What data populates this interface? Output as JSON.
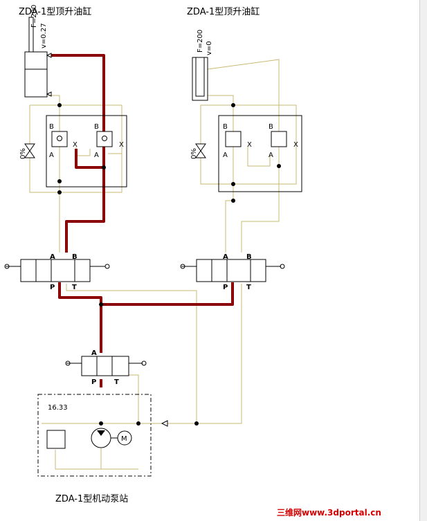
{
  "titles": {
    "cyl1": "ZDA-1型顶升油缸",
    "cyl2": "ZDA-1型顶升油缸",
    "pump": "ZDA-1型机动泵站"
  },
  "cylinder1": {
    "force": "F=200",
    "velocity": "v=0.27"
  },
  "cylinder2": {
    "force": "F=200",
    "velocity": "v=0"
  },
  "throttle": {
    "pct1": "0%",
    "pct2": "0%"
  },
  "ports": {
    "A": "A",
    "B": "B",
    "P": "P",
    "T": "T",
    "X": "X"
  },
  "pressure_gauge": "16.33",
  "motor_symbol": "M",
  "watermark": "三维网www.3dportal.cn",
  "colors": {
    "pressure_line": "#8b0000",
    "pilot_line": "#c8ba72"
  }
}
